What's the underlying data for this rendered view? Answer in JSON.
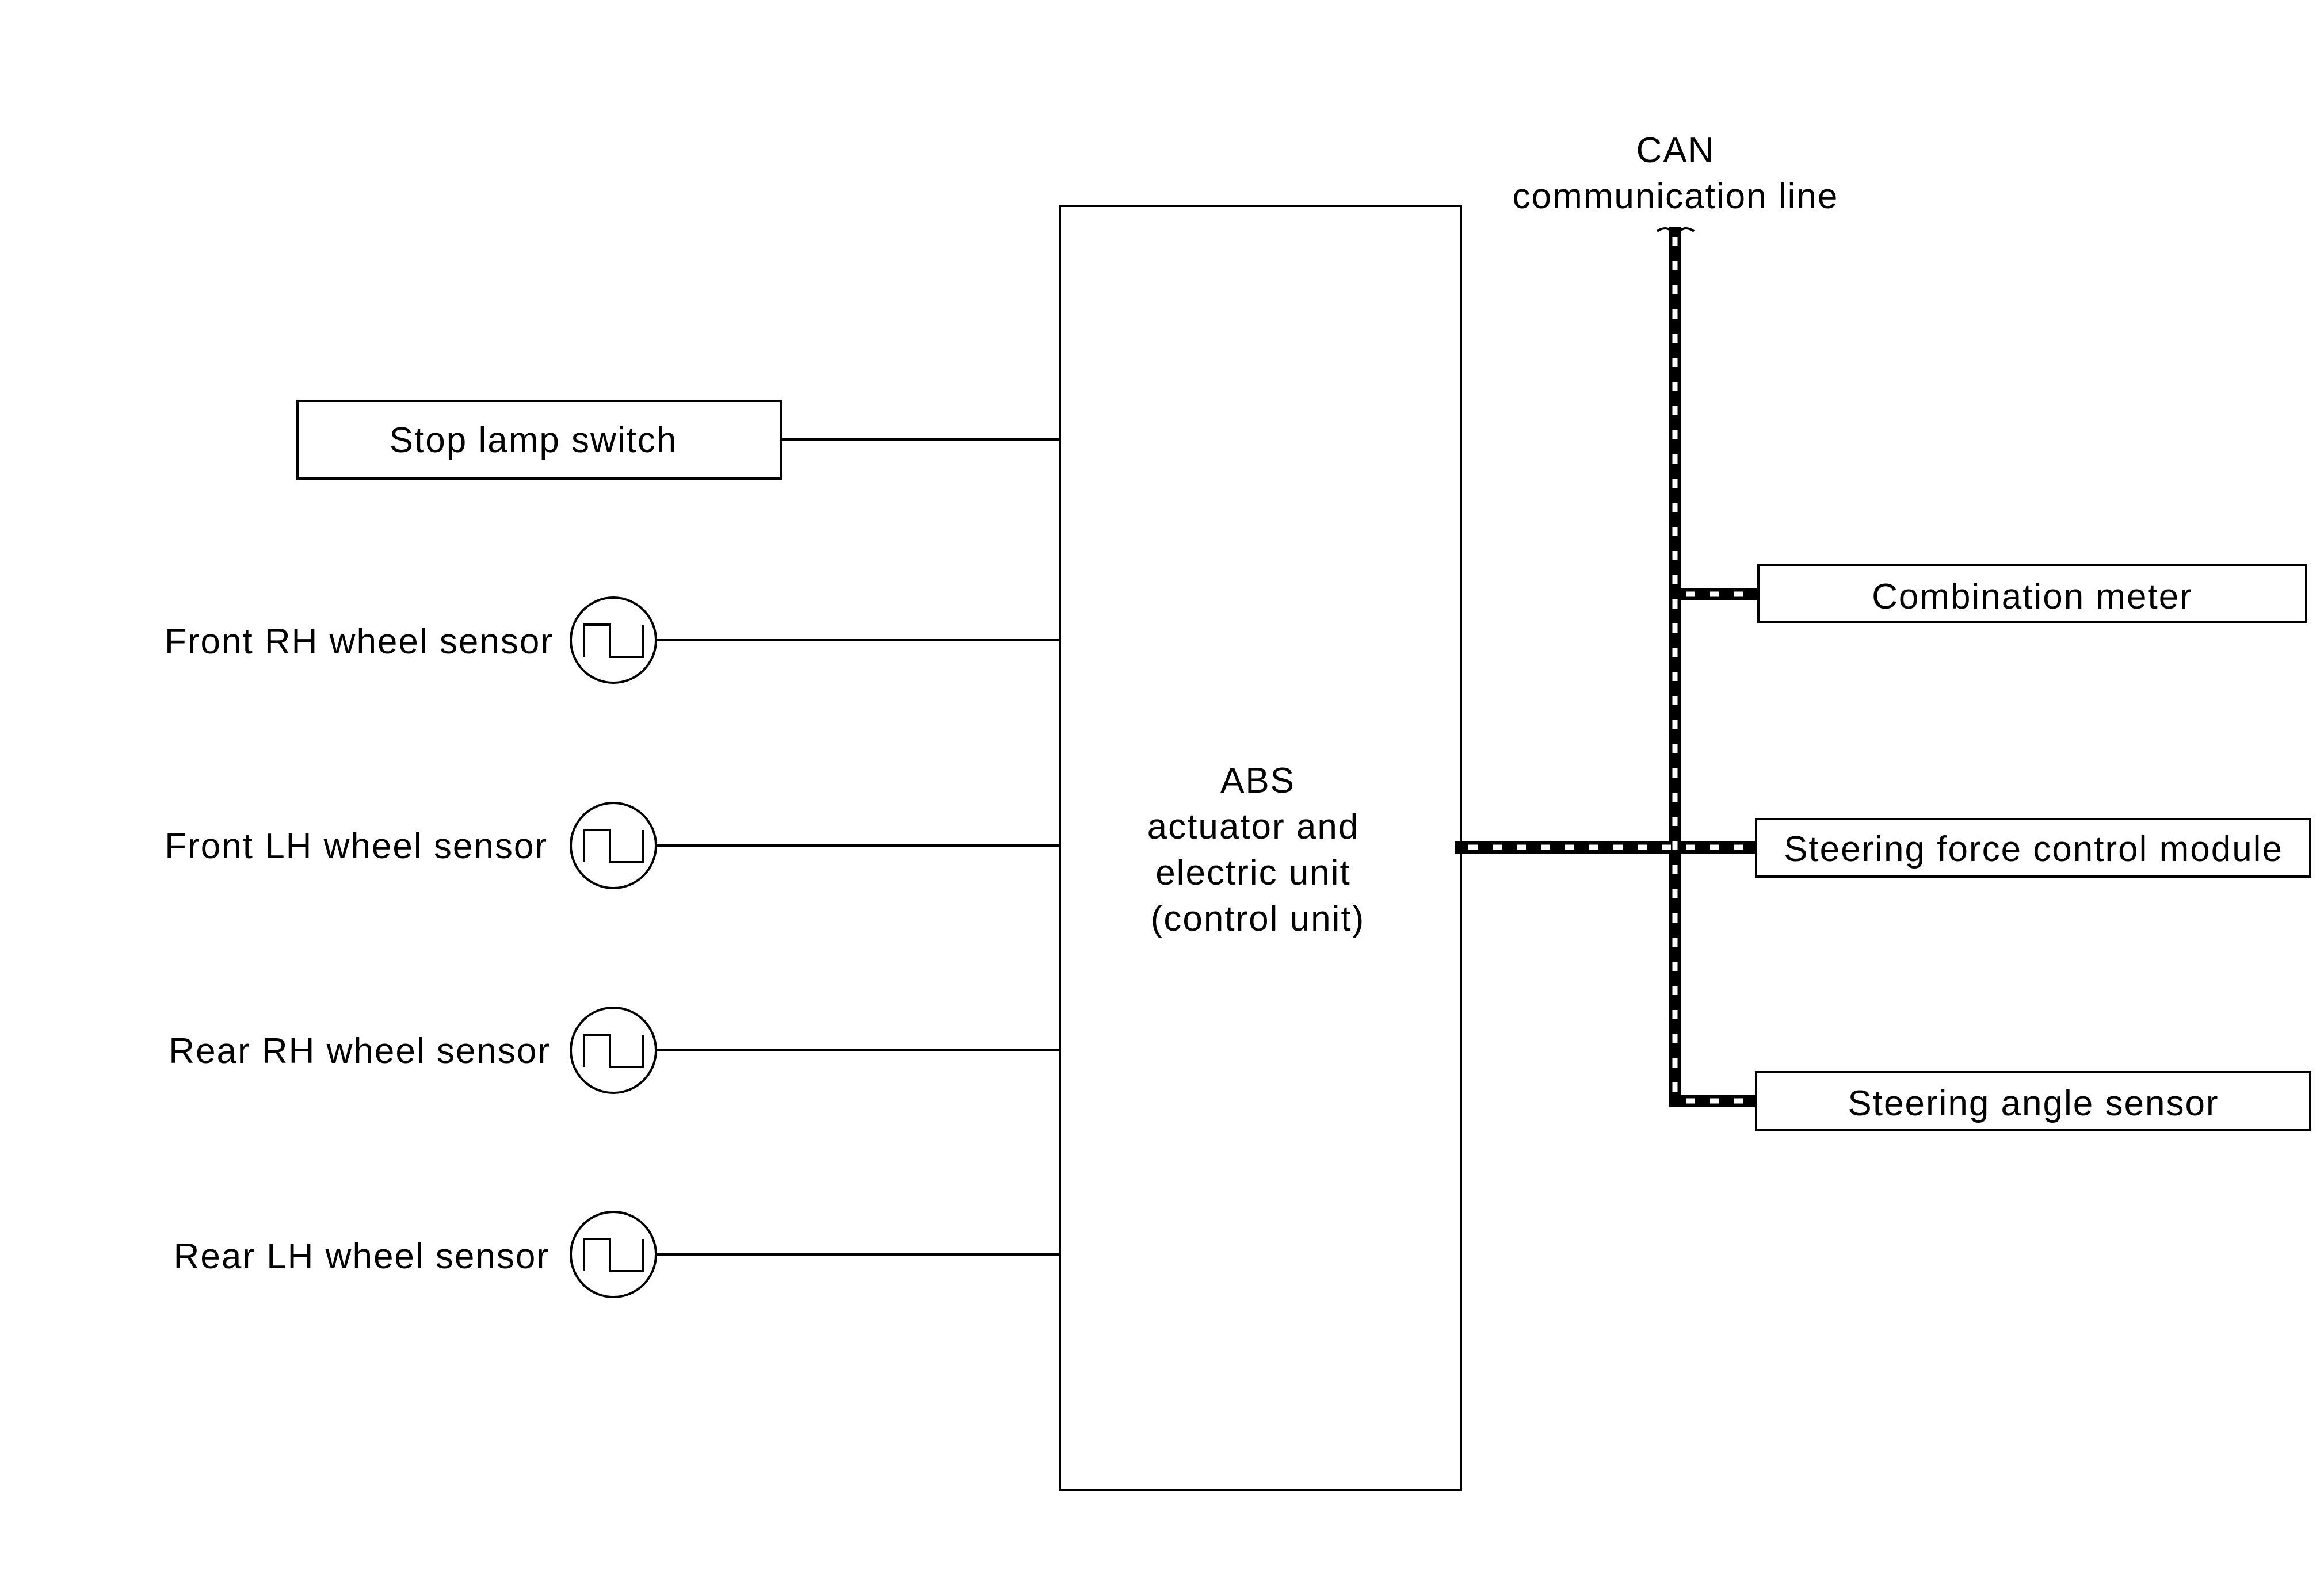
{
  "can_line": {
    "label_line1": "CAN",
    "label_line2": "communication line"
  },
  "control_unit": {
    "line1": "ABS",
    "line2": "actuator and",
    "line3": "electric unit",
    "line4": "(control unit)"
  },
  "inputs": {
    "stop_lamp_switch": "Stop lamp switch",
    "front_rh_wheel_sensor": "Front RH wheel sensor",
    "front_lh_wheel_sensor": "Front LH wheel sensor",
    "rear_rh_wheel_sensor": "Rear RH wheel sensor",
    "rear_lh_wheel_sensor": "Rear LH wheel sensor"
  },
  "can_nodes": {
    "combination_meter": "Combination meter",
    "steering_force_control_module": "Steering force control module",
    "steering_angle_sensor": "Steering angle sensor"
  },
  "icons": {
    "wheel_sensor": "square-wave-pulse-icon"
  },
  "colors": {
    "line": "#000000",
    "background": "#ffffff"
  }
}
